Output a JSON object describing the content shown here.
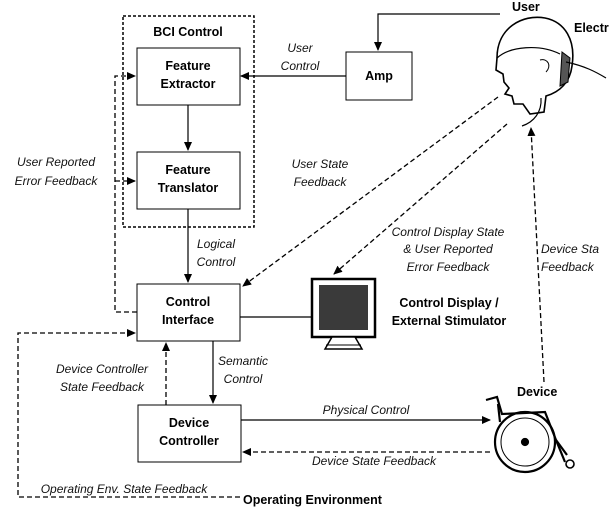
{
  "boxes": {
    "bci_group": "BCI Control",
    "feature_extractor": [
      "Feature",
      "Extractor"
    ],
    "feature_translator": [
      "Feature",
      "Translator"
    ],
    "amp": "Amp",
    "control_interface": [
      "Control",
      "Interface"
    ],
    "device_controller": [
      "Device",
      "Controller"
    ]
  },
  "entities": {
    "user": "User",
    "electrodes": "Electr",
    "device": "Device",
    "control_display": [
      "Control Display /",
      "External Stimulator"
    ],
    "operating_environment": "Operating Environment"
  },
  "flows": {
    "user_control": [
      "User",
      "Control"
    ],
    "user_reported_error": [
      "User Reported",
      "Error Feedback"
    ],
    "user_state_feedback": [
      "User State",
      "Feedback"
    ],
    "logical_control": [
      "Logical",
      "Control"
    ],
    "control_display_state": [
      "Control Display State",
      "& User Reported",
      "Error Feedback"
    ],
    "device_state_right": [
      "Device Sta",
      "Feedback"
    ],
    "device_controller_state": [
      "Device Controller",
      "State Feedback"
    ],
    "semantic_control": [
      "Semantic",
      "Control"
    ],
    "physical_control": "Physical Control",
    "device_state_feedback": "Device State Feedback",
    "operating_env_state": "Operating Env. State Feedback"
  },
  "colors": {
    "stroke": "#000000",
    "monitor_screen": "#3a3a3a"
  }
}
